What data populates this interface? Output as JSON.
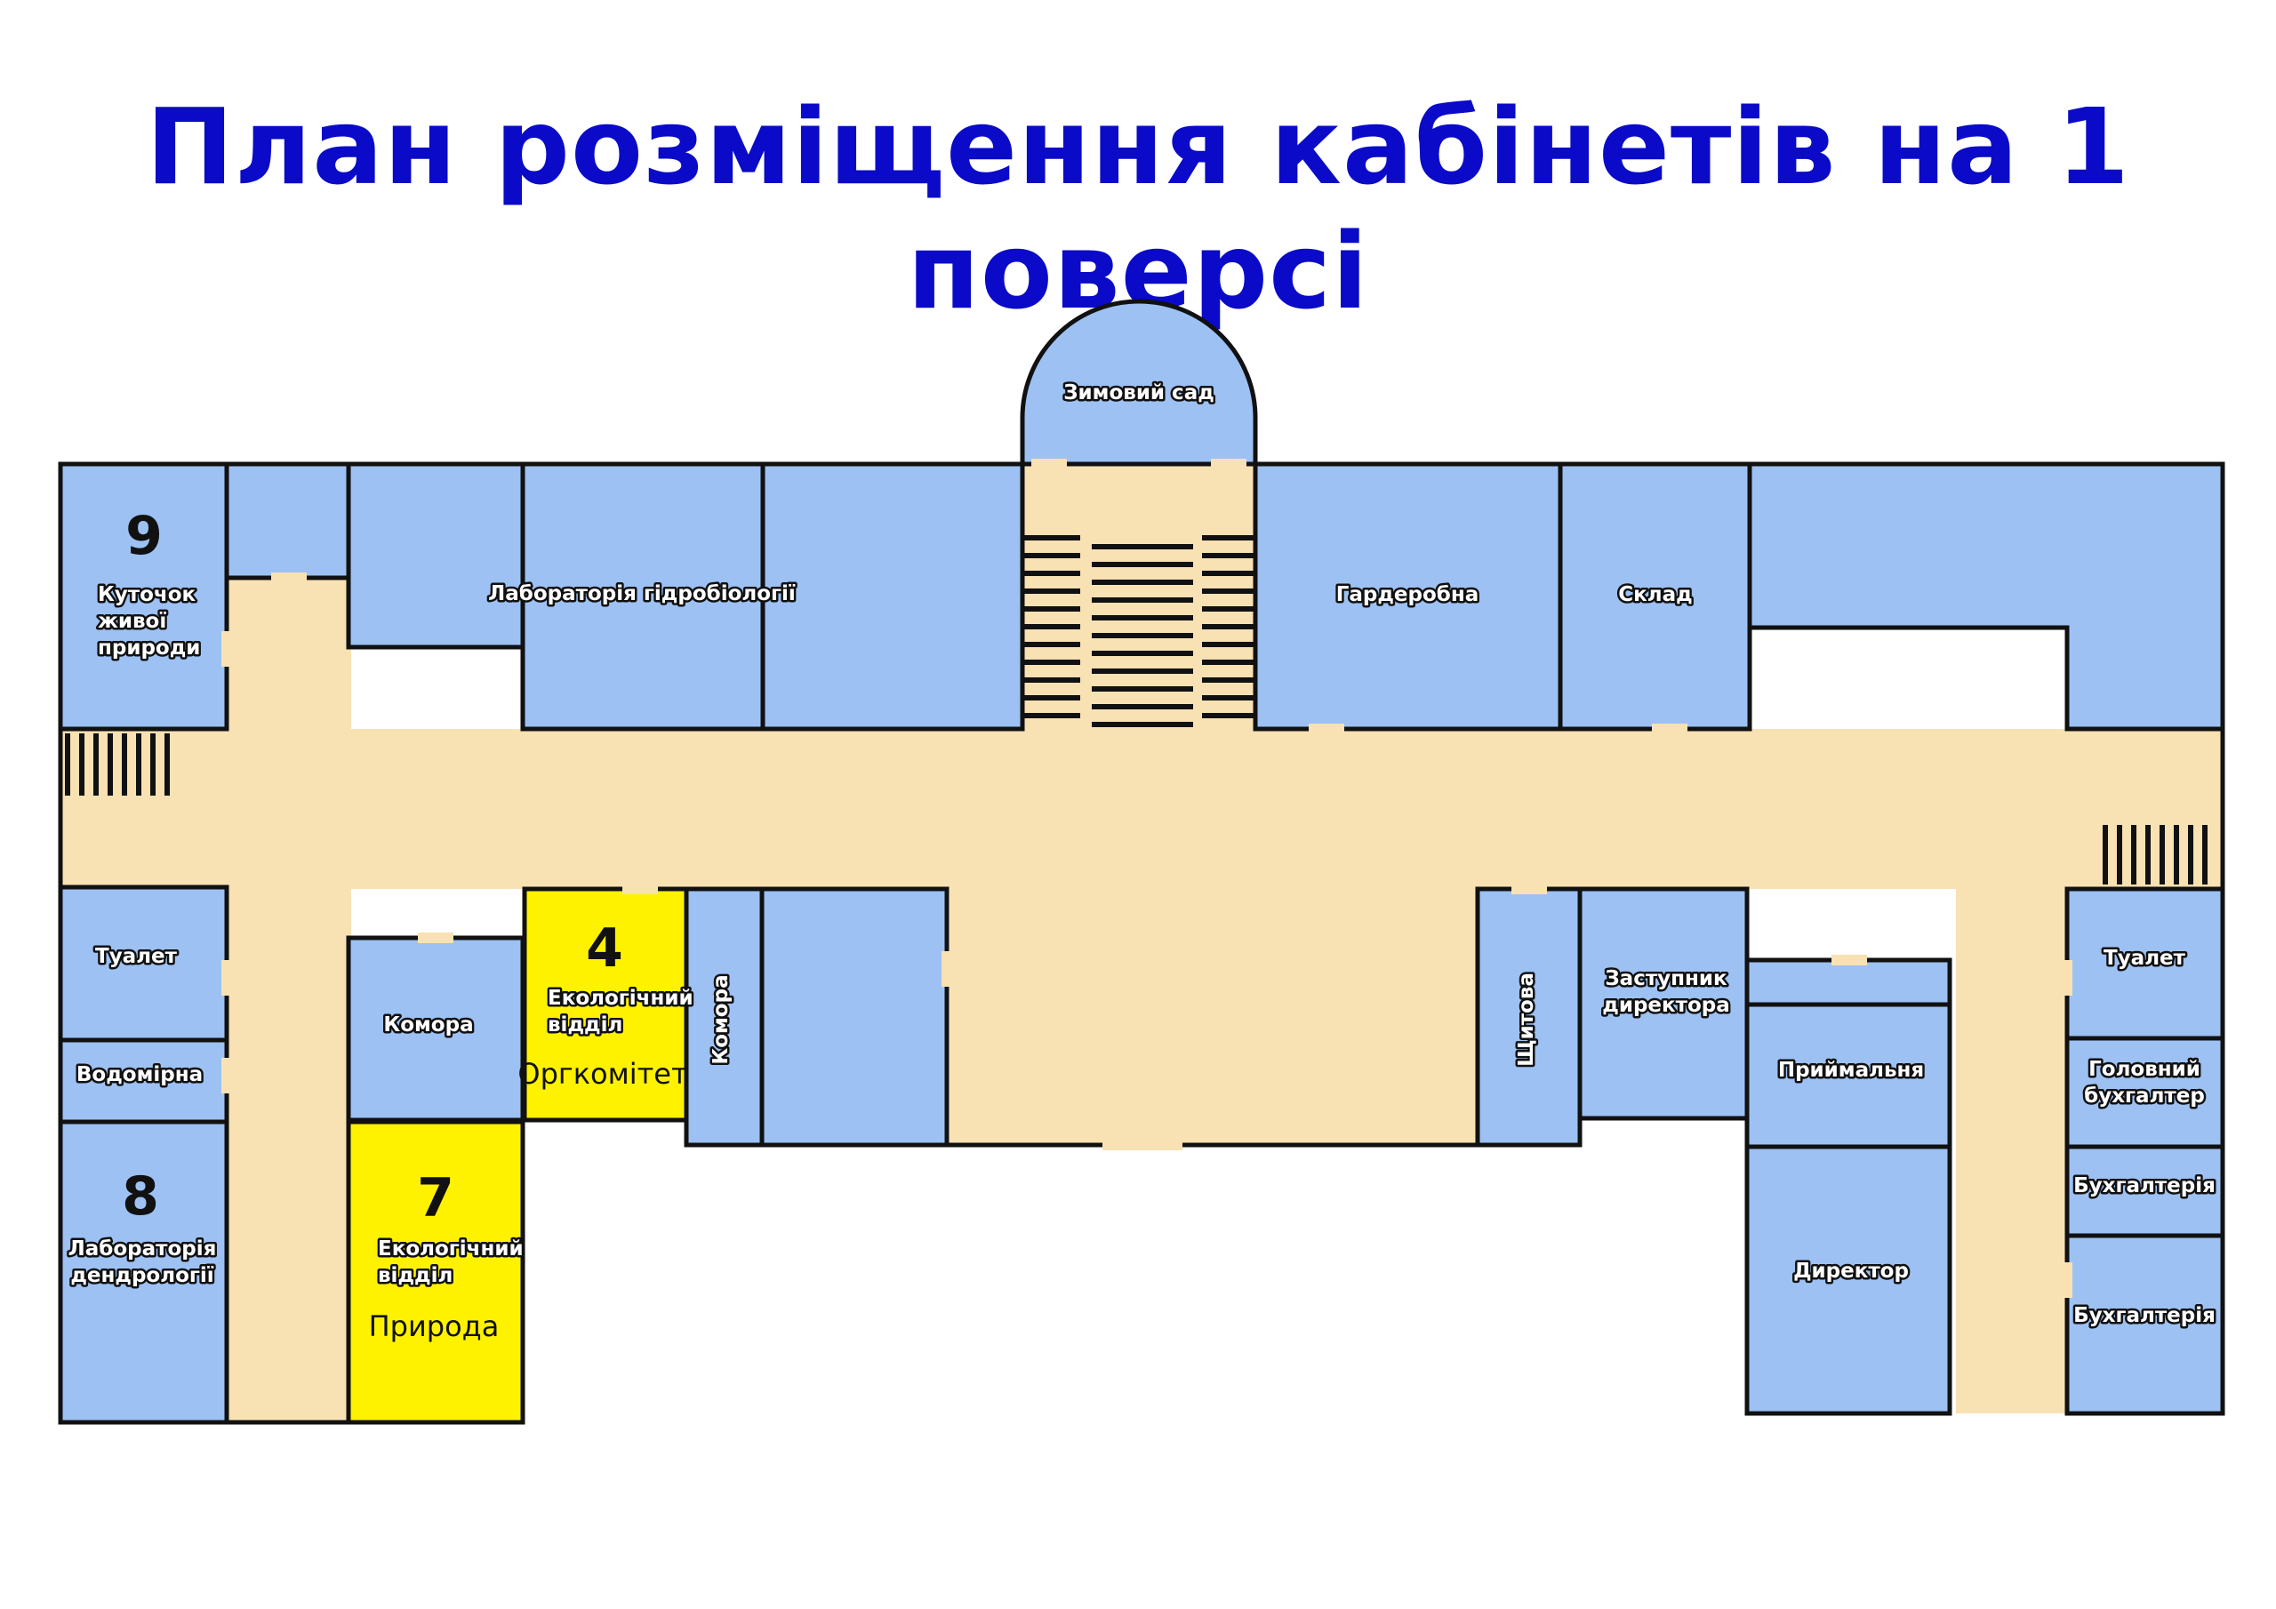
{
  "title": "План розміщення кабінетів на 1 поверсі",
  "colors": {
    "title": "#0a0ac8",
    "room": "#9dc1f3",
    "corridor": "#f8e1b3",
    "highlight": "#fff200",
    "wall": "#111111"
  },
  "rooms": {
    "r9": {
      "number": "9",
      "label": [
        "Куточок",
        "живої",
        "природи"
      ]
    },
    "hydro": {
      "label": [
        "Лабораторія гідробіології"
      ]
    },
    "winter": {
      "label": [
        "Зимовий сад"
      ]
    },
    "wardrobe": {
      "label": [
        "Гардеробна"
      ]
    },
    "storage": {
      "label": [
        "Склад"
      ]
    },
    "toilet_l": {
      "label": [
        "Туалет"
      ]
    },
    "water": {
      "label": [
        "Водомірна"
      ]
    },
    "r8": {
      "number": "8",
      "label": [
        "Лабораторія",
        "дендрології"
      ]
    },
    "pantry_l": {
      "label": [
        "Комора"
      ]
    },
    "r4": {
      "number": "4",
      "label": [
        "Екологічний",
        "відділ"
      ],
      "note": "Оргкомітет"
    },
    "r7": {
      "number": "7",
      "label": [
        "Екологічний",
        "відділ"
      ],
      "note": "Природа"
    },
    "pantry_v": {
      "label": [
        "Комора"
      ]
    },
    "switch": {
      "label": [
        "Щитова"
      ]
    },
    "deputy": {
      "label": [
        "Заступник",
        "директора"
      ]
    },
    "reception": {
      "label": [
        "Приймальня"
      ]
    },
    "director": {
      "label": [
        "Директор"
      ]
    },
    "toilet_r": {
      "label": [
        "Туалет"
      ]
    },
    "chief_acc": {
      "label": [
        "Головний",
        "бухгалтер"
      ]
    },
    "acc1": {
      "label": [
        "Бухгалтерія"
      ]
    },
    "acc2": {
      "label": [
        "Бухгалтерія"
      ]
    }
  }
}
